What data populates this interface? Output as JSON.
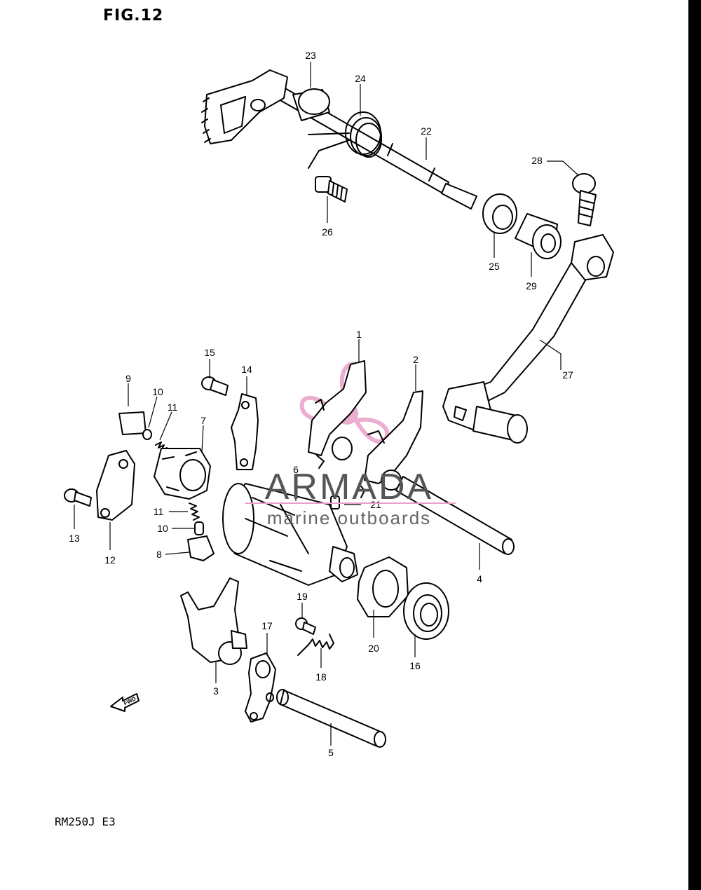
{
  "figure": {
    "title": "FIG.12",
    "model_code": "RM250J E3"
  },
  "watermark": {
    "brand": "ARMADA",
    "tagline": "marine outboards",
    "logo_color": "#e8a0c8",
    "logo_icon": "propeller-icon"
  },
  "callouts": [
    "1",
    "2",
    "3",
    "4",
    "5",
    "6",
    "7",
    "8",
    "9",
    "10",
    "10",
    "11",
    "11",
    "12",
    "13",
    "14",
    "15",
    "16",
    "17",
    "18",
    "19",
    "20",
    "21",
    "22",
    "23",
    "24",
    "25",
    "26",
    "27",
    "28",
    "29"
  ],
  "fwd_arrow": {
    "label": "FWD",
    "icon": "arrow-left-icon"
  }
}
